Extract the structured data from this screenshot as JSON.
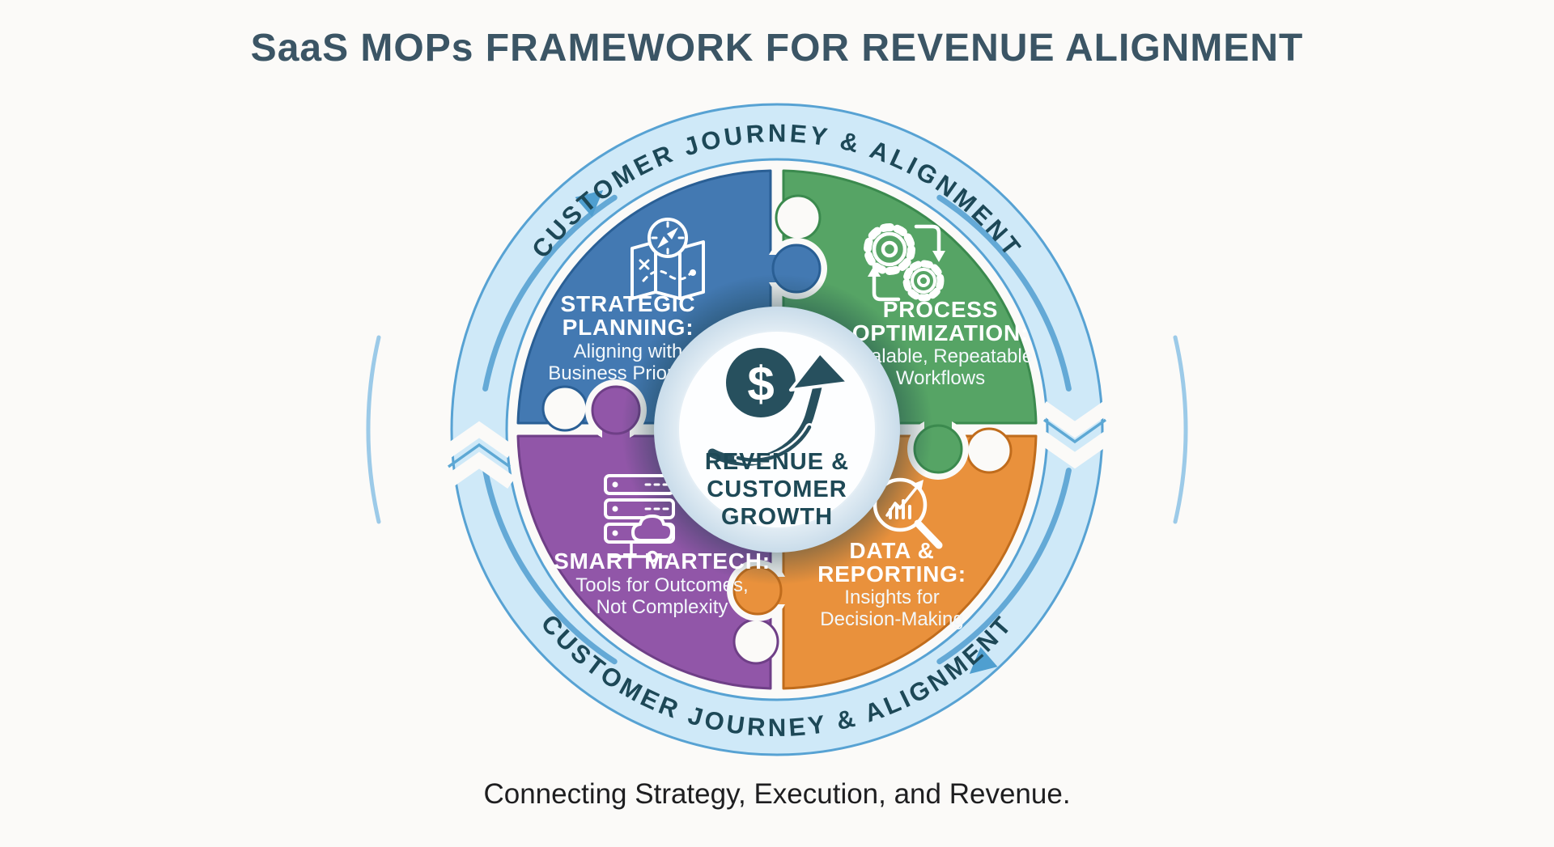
{
  "title": "SaaS MOPs FRAMEWORK FOR REVENUE ALIGNMENT",
  "caption": "Connecting Strategy, Execution, and Revenue.",
  "ring": {
    "label_top": "CUSTOMER JOURNEY & ALIGNMENT",
    "label_bottom": "CUSTOMER JOURNEY & ALIGNMENT",
    "direction": "clockwise"
  },
  "center": {
    "icon": "dollar-growth-arrow-icon",
    "symbol": "$",
    "lines": [
      "REVENUE &",
      "CUSTOMER",
      "GROWTH"
    ]
  },
  "quadrants": [
    {
      "id": "strategic-planning",
      "icon": "map-compass-icon",
      "color": "#4379b2",
      "color_dark": "#2a5f95",
      "lines": [
        "STRATEGIC",
        "PLANNING:",
        "Aligning with",
        "Business Priorities"
      ]
    },
    {
      "id": "process-optimization",
      "icon": "gears-cycle-icon",
      "color": "#56a465",
      "color_dark": "#3b8a4e",
      "lines": [
        "PROCESS",
        "OPTIMIZATION:",
        "Scalable, Repeatable",
        "Workflows"
      ]
    },
    {
      "id": "smart-martech",
      "icon": "server-cloud-icon",
      "color": "#9156a8",
      "color_dark": "#6f3f87",
      "lines": [
        "SMART MARTECH:",
        "Tools for Outcomes,",
        "Not Complexity"
      ]
    },
    {
      "id": "data-reporting",
      "icon": "chart-magnifier-icon",
      "color": "#e9913c",
      "color_dark": "#c06c1c",
      "lines": [
        "DATA &",
        "REPORTING:",
        "Insights for",
        "Decision-Making"
      ]
    }
  ],
  "colors": {
    "background": "#fbfaf8",
    "band_fill": "#cfe9f8",
    "band_edge": "#57a2d3",
    "band_median": "#64a9d6",
    "band_arrow": "#4f9fd0",
    "arc_text": "#1d4857",
    "title_text": "#3b5565",
    "caption_text": "#1e1e20",
    "center_dark": "#27505e",
    "halo": "#d7e5ef"
  }
}
